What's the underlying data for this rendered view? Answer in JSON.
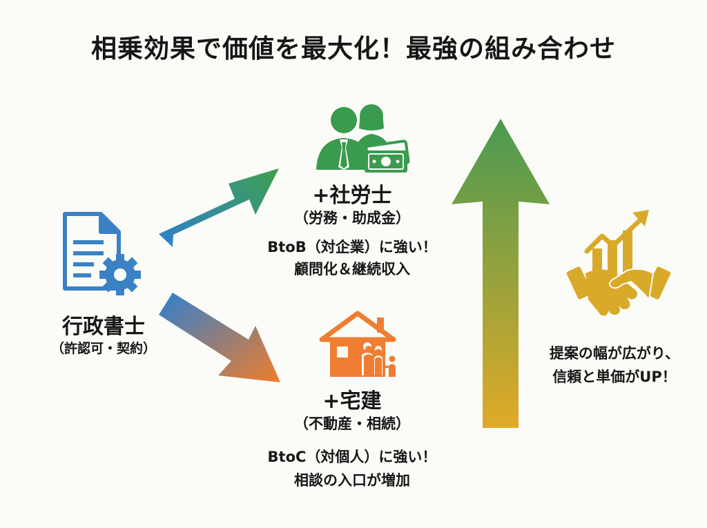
{
  "title": "相乗効果で価値を最大化！最強の組み合わせ",
  "source": {
    "name": "行政書士",
    "sub": "（許認可・契約）",
    "icon": "document-gear-icon"
  },
  "top_combo": {
    "name": "+社労士",
    "sub": "（労務・助成金）",
    "line1": "BtoB（対企業）に強い！",
    "line2": "顧問化＆継続収入",
    "icon": "business-people-money-icon"
  },
  "bottom_combo": {
    "name": "+宅建",
    "sub": "（不動産・相続）",
    "line1": "BtoC（対個人）に強い！",
    "line2": "相談の入口が増加",
    "icon": "house-family-icon"
  },
  "result": {
    "line1": "提案の幅が広がり、",
    "line2": "信頼と単価がUP！",
    "icon": "handshake-growth-icon"
  },
  "colors": {
    "blue": "#3b82c4",
    "green": "#3a9a4e",
    "orange": "#ef7d32",
    "gold": "#d9a92a"
  }
}
